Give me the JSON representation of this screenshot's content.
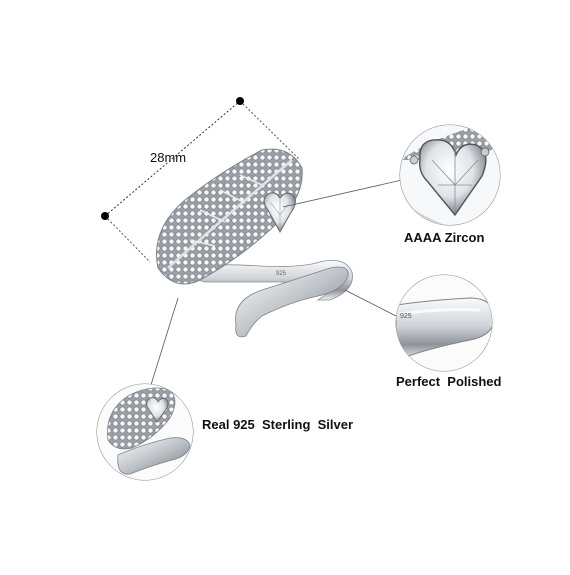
{
  "labels": {
    "dimension": "28mm",
    "zircon": "AAAA Zircon",
    "polished": "Perfect  Polished",
    "silver": "Real 925  Sterling  Silver"
  },
  "engraving": "925",
  "colors": {
    "background": "#ffffff",
    "silver_light": "#f2f3f5",
    "silver_mid": "#c3c7cc",
    "silver_dark": "#6f747a",
    "callout_circle": "#8a8a8a",
    "leader_line": "#555555"
  }
}
